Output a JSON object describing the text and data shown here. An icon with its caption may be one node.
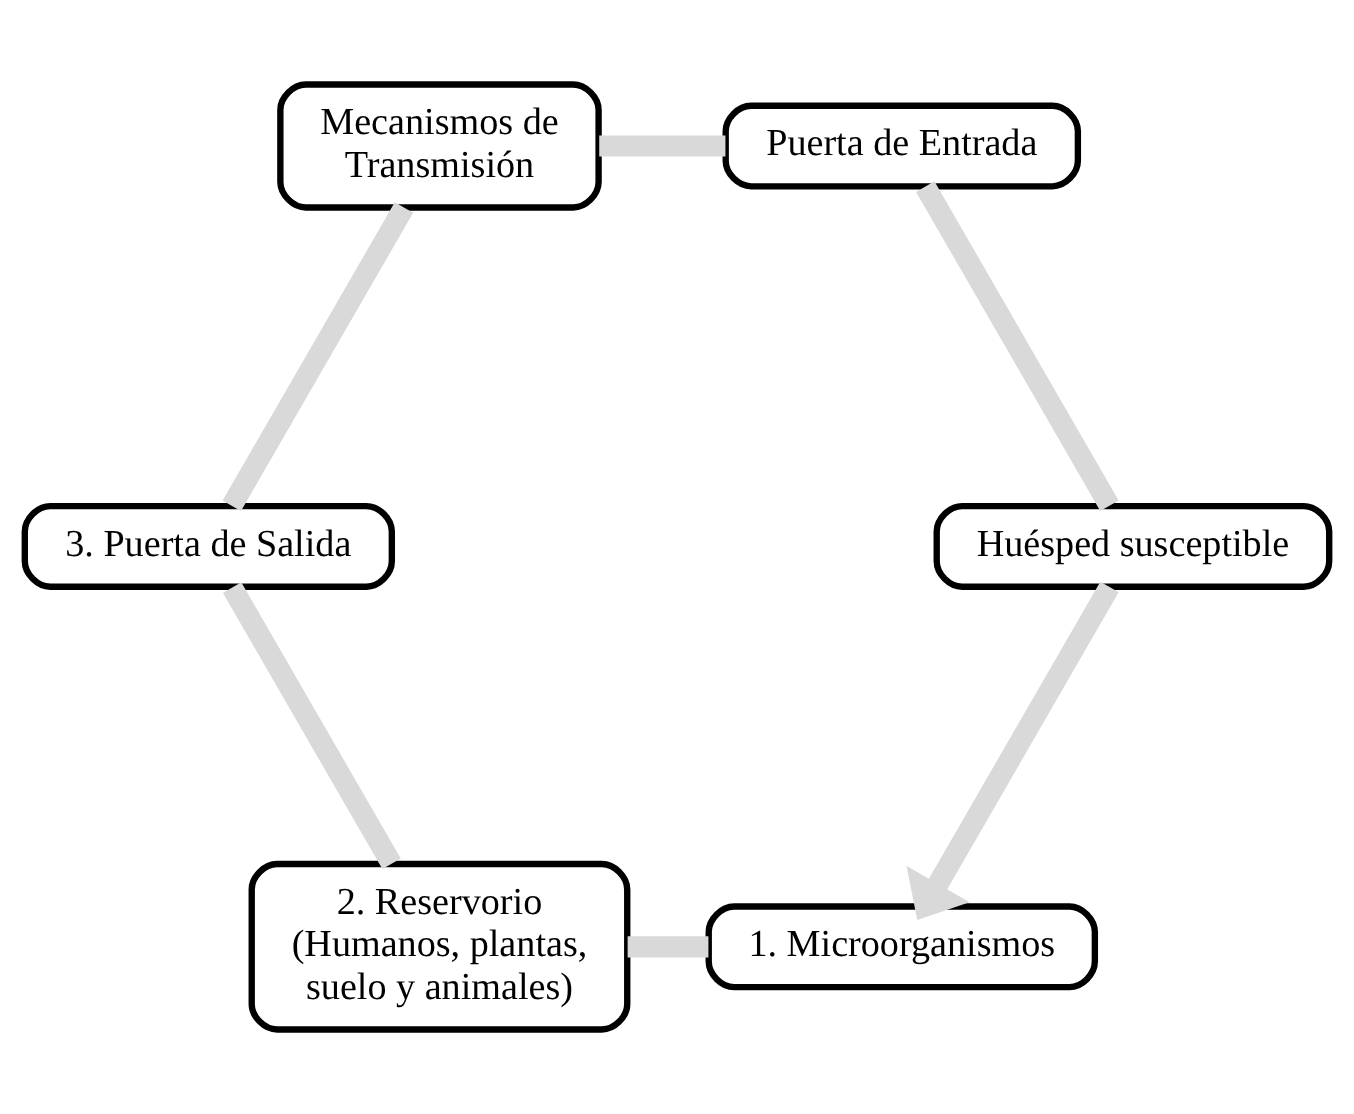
{
  "diagram": {
    "nodes": [
      {
        "text": [
          "1. Microorganismos"
        ]
      },
      {
        "text": [
          "2. Reservorio (Humanos, plantas, suelo y animales)"
        ]
      },
      {
        "text": [
          "3. Puerta de Salida"
        ]
      },
      {
        "text": [
          "Mecanismos de Transmisión"
        ]
      },
      {
        "text": [
          "Puerta de Entrada"
        ]
      },
      {
        "text": [
          "Huésped susceptible"
        ]
      }
    ],
    "edges": [
      {
        "from": 0,
        "to": 1,
        "arrow": "none"
      },
      {
        "from": 1,
        "to": 2,
        "arrow": "none"
      },
      {
        "from": 2,
        "to": 3,
        "arrow": "none"
      },
      {
        "from": 3,
        "to": 4,
        "arrow": "none"
      },
      {
        "from": 4,
        "to": 5,
        "arrow": "none"
      },
      {
        "from": 5,
        "to": 0,
        "arrow": "to"
      }
    ]
  }
}
